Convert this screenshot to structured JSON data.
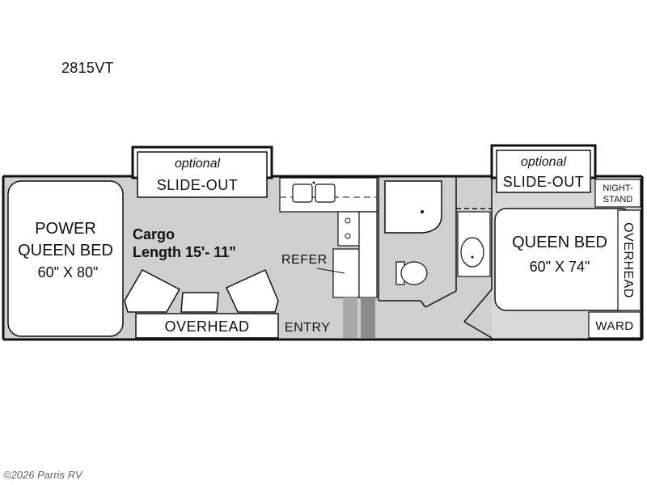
{
  "model": "2815VT",
  "copyright": "©2026 Parris RV",
  "labels": {
    "slide_left_optional": "optional",
    "slide_left_title": "SLIDE-OUT",
    "slide_right_optional": "optional",
    "slide_right_title": "SLIDE-OUT",
    "power_bed_line1": "POWER",
    "power_bed_line2": "QUEEN BED",
    "power_bed_size": "60\" X 80\"",
    "cargo_line1": "Cargo",
    "cargo_line2": "Length 15'- 11\"",
    "refer": "REFER",
    "overhead_front": "OVERHEAD",
    "entry": "ENTRY",
    "queen_bed": "QUEEN BED",
    "queen_bed_size": "60\" X 74\"",
    "overhead_rear": "OVERHEAD",
    "nightstand_line1": "NIGHT-",
    "nightstand_line2": "STAND",
    "ward": "WARD"
  },
  "colors": {
    "floor": "#cfcfcf",
    "wall": "#111111",
    "furniture": "#ffffff",
    "entry_step": "#8c8c8c"
  }
}
